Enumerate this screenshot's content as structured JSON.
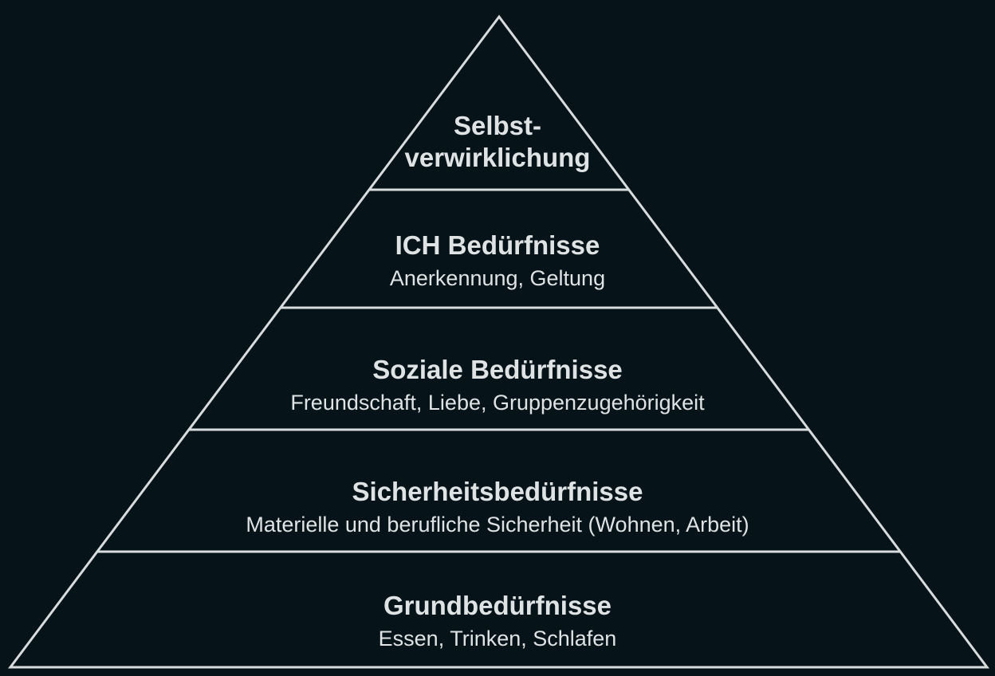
{
  "diagram": {
    "type": "pyramid",
    "colors": {
      "background": "#06141a",
      "line": "#d9dcdc",
      "text": "#dfe3e4"
    },
    "levels": [
      {
        "title": "Selbst-\nverwirklichung",
        "title_line1": "Selbst-",
        "title_line2": "verwirklichung",
        "subtitle": ""
      },
      {
        "title": "ICH Bedürfnisse",
        "subtitle": "Anerkennung, Geltung"
      },
      {
        "title": "Soziale Bedürfnisse",
        "subtitle": "Freundschaft, Liebe, Gruppenzugehörigkeit"
      },
      {
        "title": "Sicherheitsbedürfnisse",
        "subtitle": "Materielle und berufliche Sicherheit (Wohnen, Arbeit)"
      },
      {
        "title": "Grundbedürfnisse",
        "subtitle": "Essen, Trinken, Schlafen"
      }
    ]
  }
}
